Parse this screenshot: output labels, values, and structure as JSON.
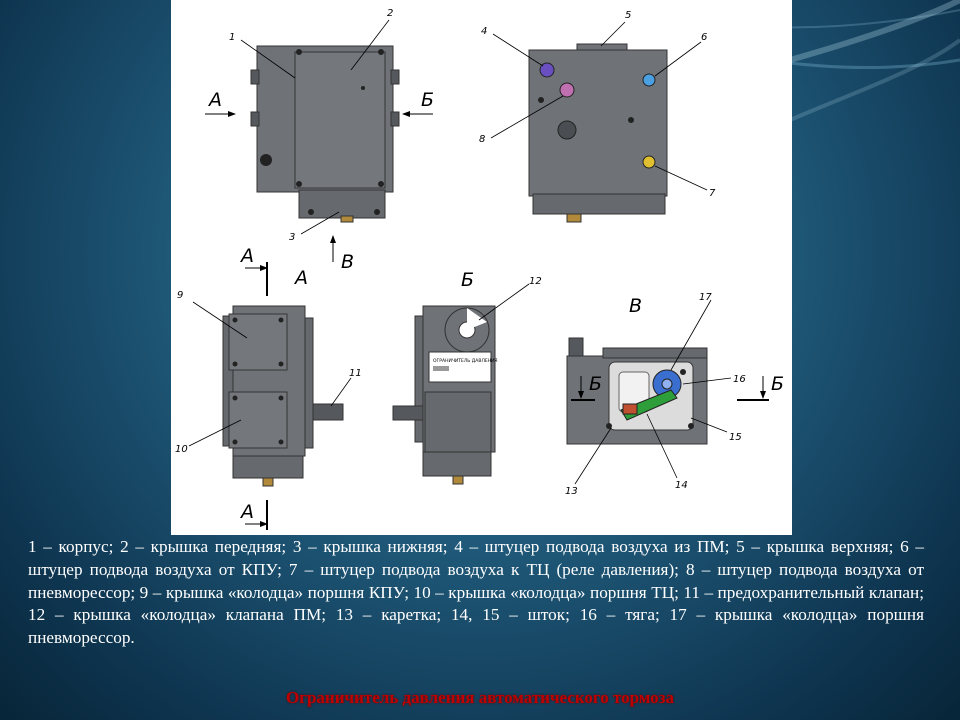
{
  "diagram": {
    "view_labels": [
      "А",
      "Б",
      "В"
    ],
    "numbers": [
      "1",
      "2",
      "3",
      "4",
      "5",
      "6",
      "7",
      "8",
      "9",
      "10",
      "11",
      "12",
      "13",
      "14",
      "15",
      "16",
      "17"
    ],
    "plate_text": "ОГРАНИЧИТЕЛЬ ДАВЛЕНИЯ"
  },
  "caption": "1 – корпус; 2 – крышка передняя; 3 – крышка нижняя; 4 – штуцер подвода воздуха из ПМ;        5 – крышка верхняя; 6 – штуцер подвода воздуха от КПУ; 7 – штуцер подвода воздуха к ТЦ (реле давления); 8 – штуцер подвода воздуха от пневморессор; 9 – крышка «колодца» поршня КПУ; 10 – крышка «колодца» поршня ТЦ; 11 – предохранительный клапан; 12 – крышка «колодца» клапана ПМ; 13 – каретка; 14, 15 – шток; 16 – тяга; 17 – крышка «колодца» поршня пневморессор.",
  "footer": "Ограничитель давления автоматического тормоза",
  "colors": {
    "body_gray": "#6f7378",
    "dark_gray": "#4f5357",
    "footer_red": "#c00000",
    "accent_blue": "#3a6fd0",
    "accent_green": "#2e9e3a"
  }
}
